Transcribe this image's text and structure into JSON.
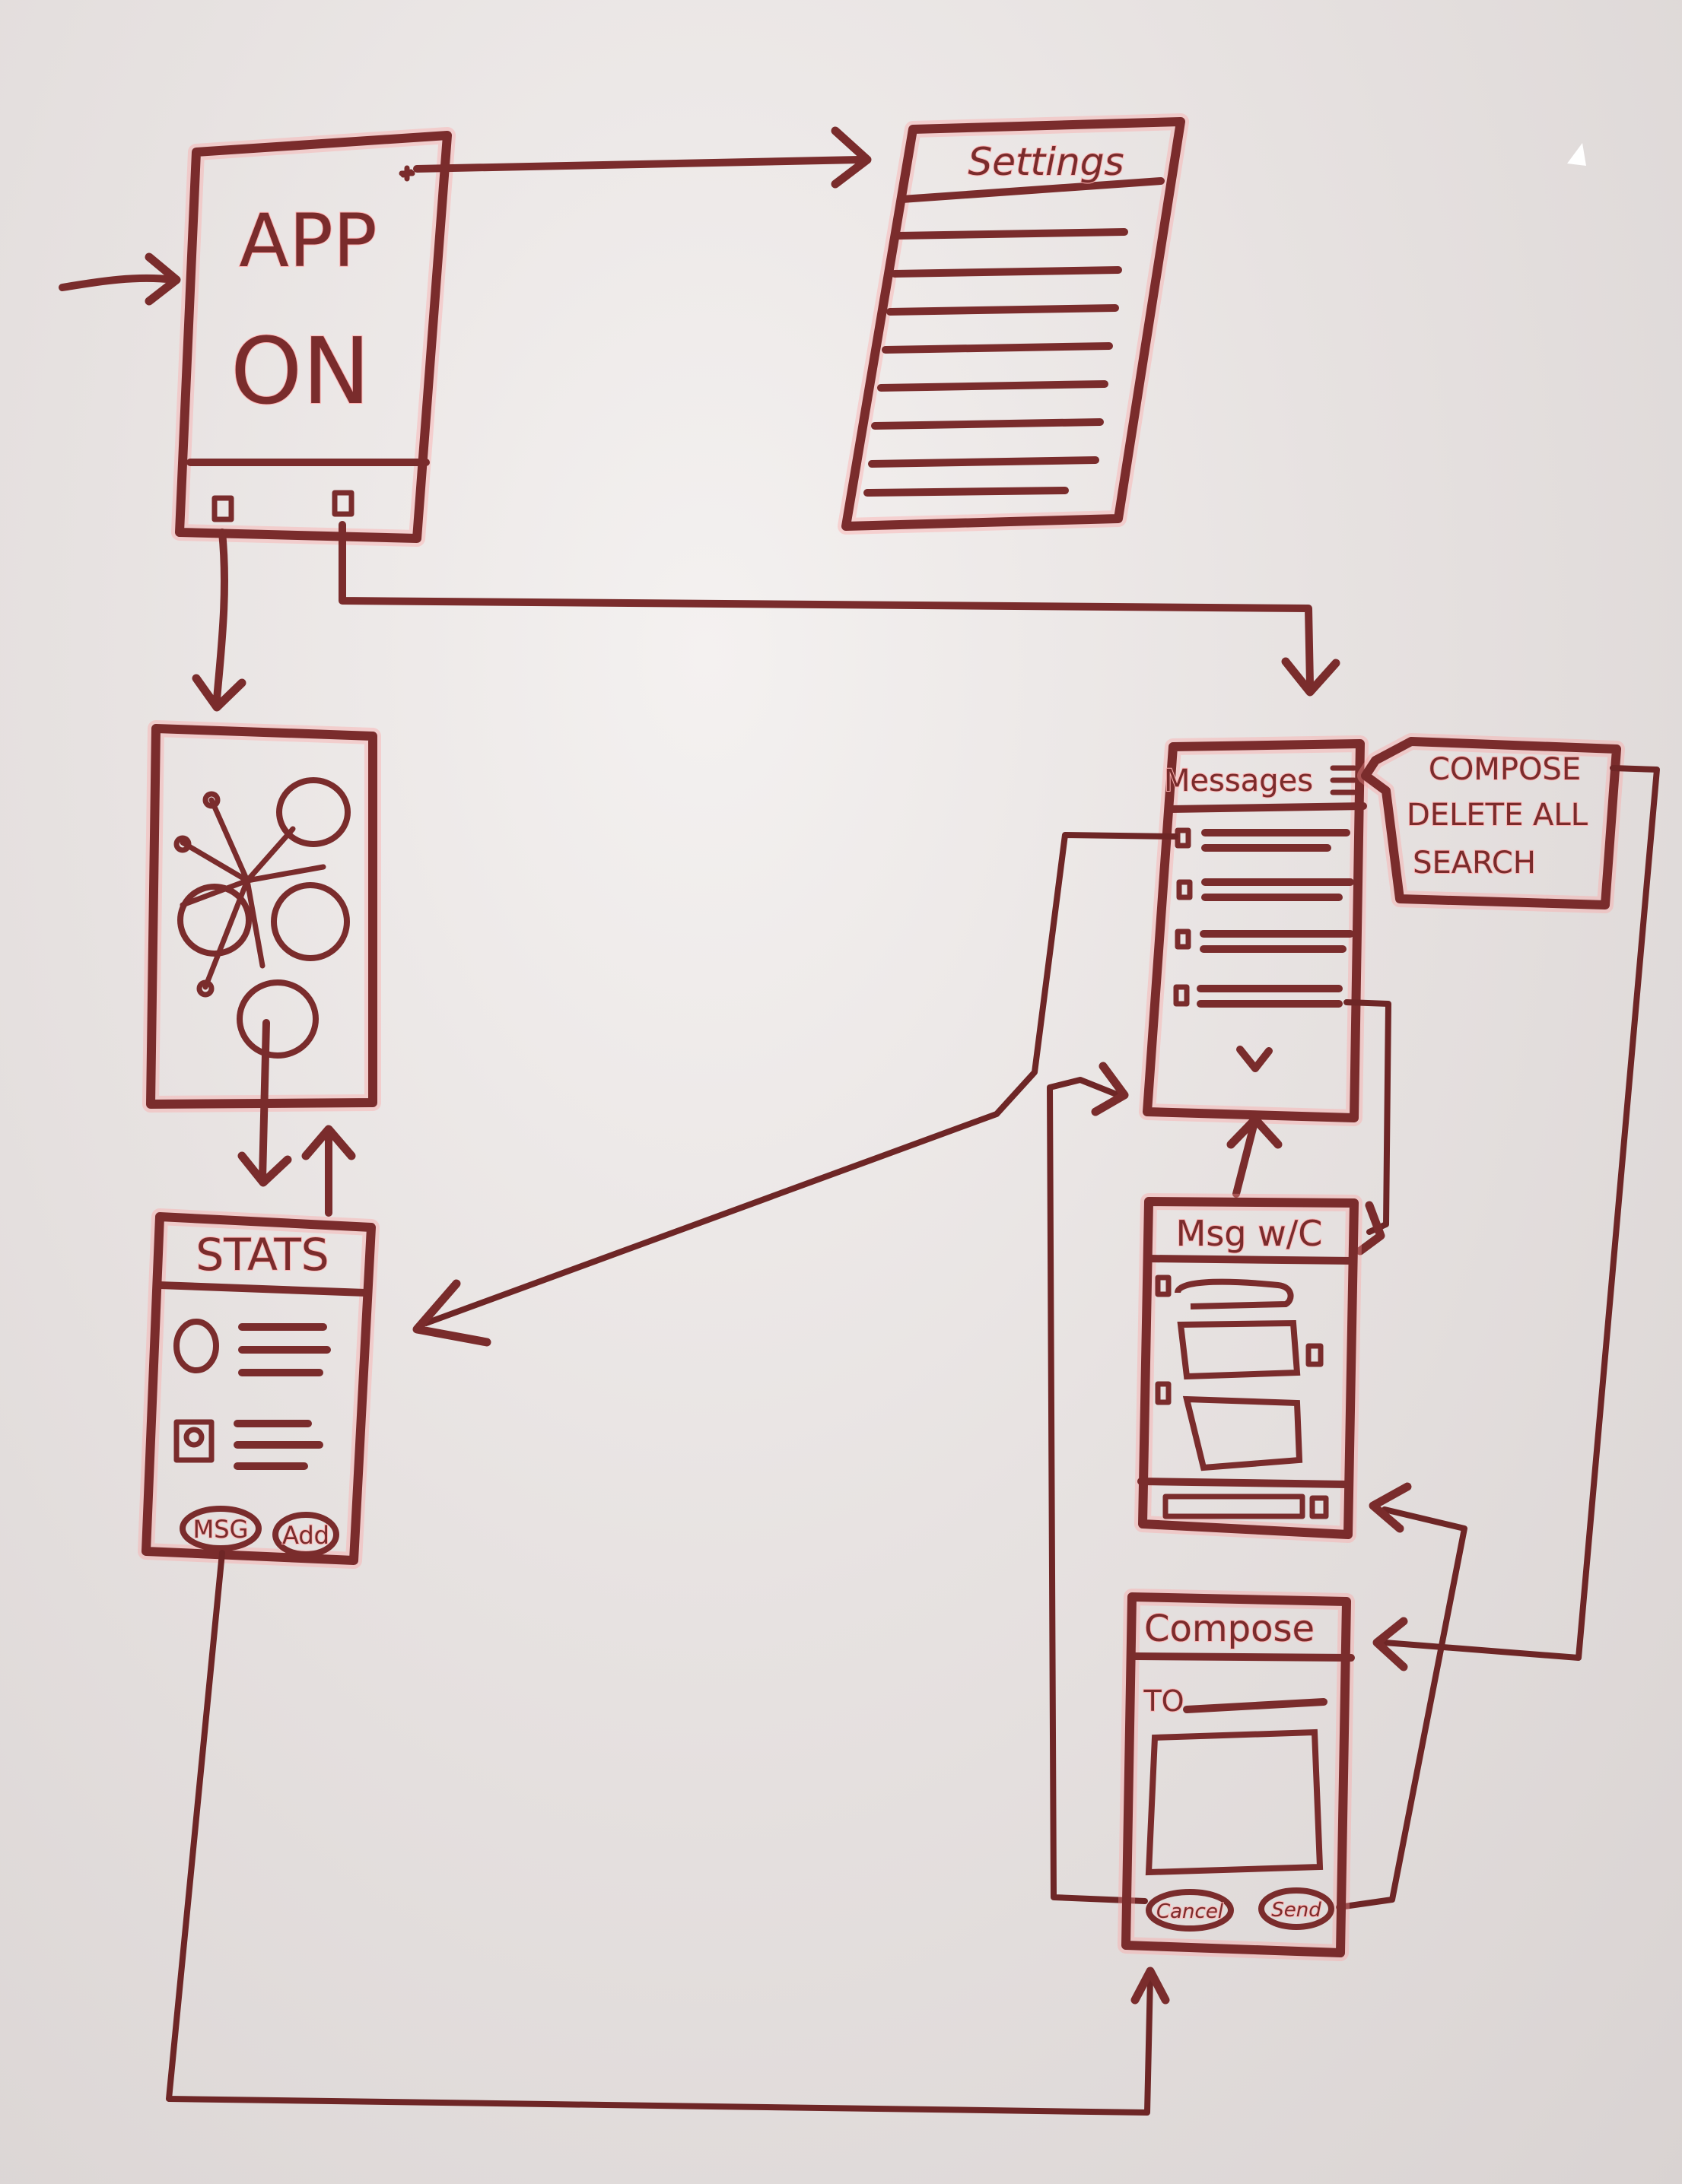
{
  "screens": {
    "home": {
      "line1": "APP",
      "line2": "ON"
    },
    "settings": {
      "title": "Settings"
    },
    "stats": {
      "title": "STATS",
      "button_left": "MSG",
      "button_right": "Add"
    },
    "messages": {
      "title": "Messages"
    },
    "menu": {
      "item1": "COMPOSE",
      "item2": "DELETE ALL",
      "item3": "SEARCH"
    },
    "conversation": {
      "title": "Msg w/C"
    },
    "compose": {
      "title": "Compose",
      "to_label": "TO",
      "button_cancel": "Cancel",
      "button_send": "Send"
    }
  },
  "colors": {
    "marker": "#7a2c2c",
    "board": "#ebe7e6"
  }
}
